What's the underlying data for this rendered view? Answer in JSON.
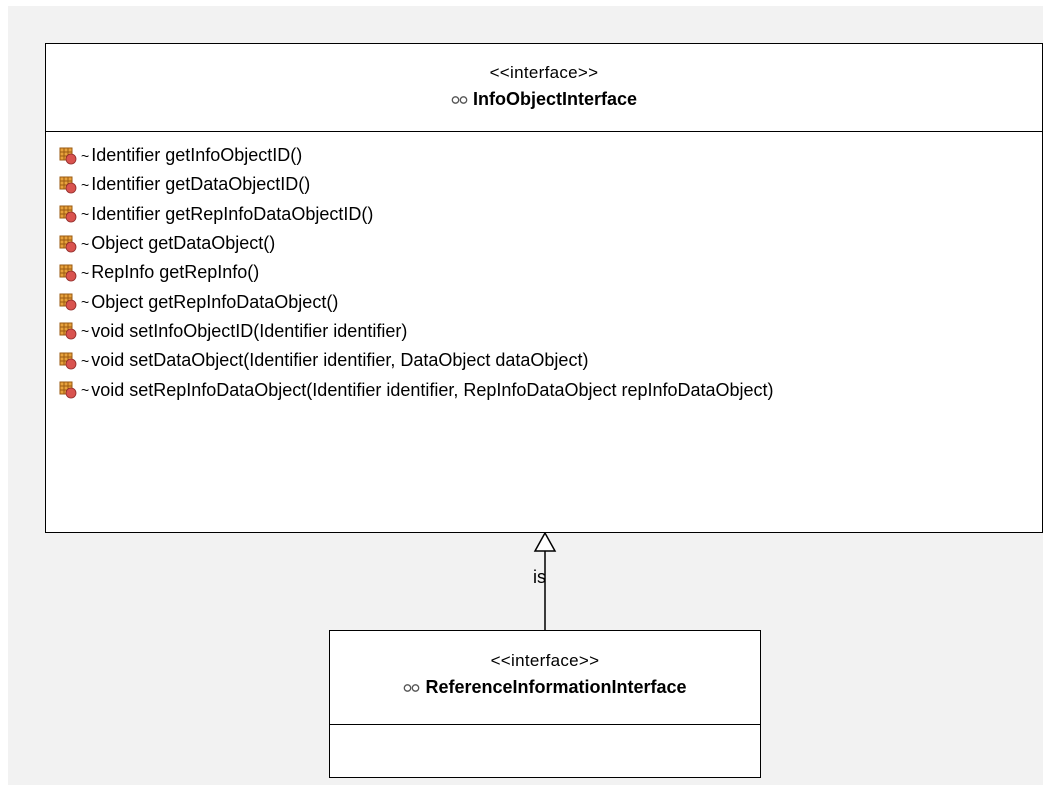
{
  "info_interface": {
    "stereotype": "<<interface>>",
    "name": "InfoObjectInterface",
    "operations": [
      {
        "visibility": "~",
        "signature": "Identifier getInfoObjectID()"
      },
      {
        "visibility": "~",
        "signature": "Identifier getDataObjectID()"
      },
      {
        "visibility": "~",
        "signature": "Identifier getRepInfoDataObjectID()"
      },
      {
        "visibility": "~",
        "signature": "Object getDataObject()"
      },
      {
        "visibility": "~",
        "signature": "RepInfo getRepInfo()"
      },
      {
        "visibility": "~",
        "signature": "Object getRepInfoDataObject()"
      },
      {
        "visibility": "~",
        "signature": "void setInfoObjectID(Identifier identifier)"
      },
      {
        "visibility": "~",
        "signature": "void setDataObject(Identifier identifier, DataObject dataObject)"
      },
      {
        "visibility": "~",
        "signature": "void setRepInfoDataObject(Identifier identifier, RepInfoDataObject repInfoDataObject)"
      }
    ]
  },
  "reference_interface": {
    "stereotype": "<<interface>>",
    "name": "ReferenceInformationInterface"
  },
  "relationship": {
    "label": "is",
    "type": "realization"
  },
  "icons": {
    "interface": "interface-lollipop-icon",
    "operation": "operation-icon"
  },
  "colors": {
    "background": "#f2f2f2",
    "operation_icon_fill": "#e8a23c",
    "operation_icon_accent": "#d9534f"
  }
}
